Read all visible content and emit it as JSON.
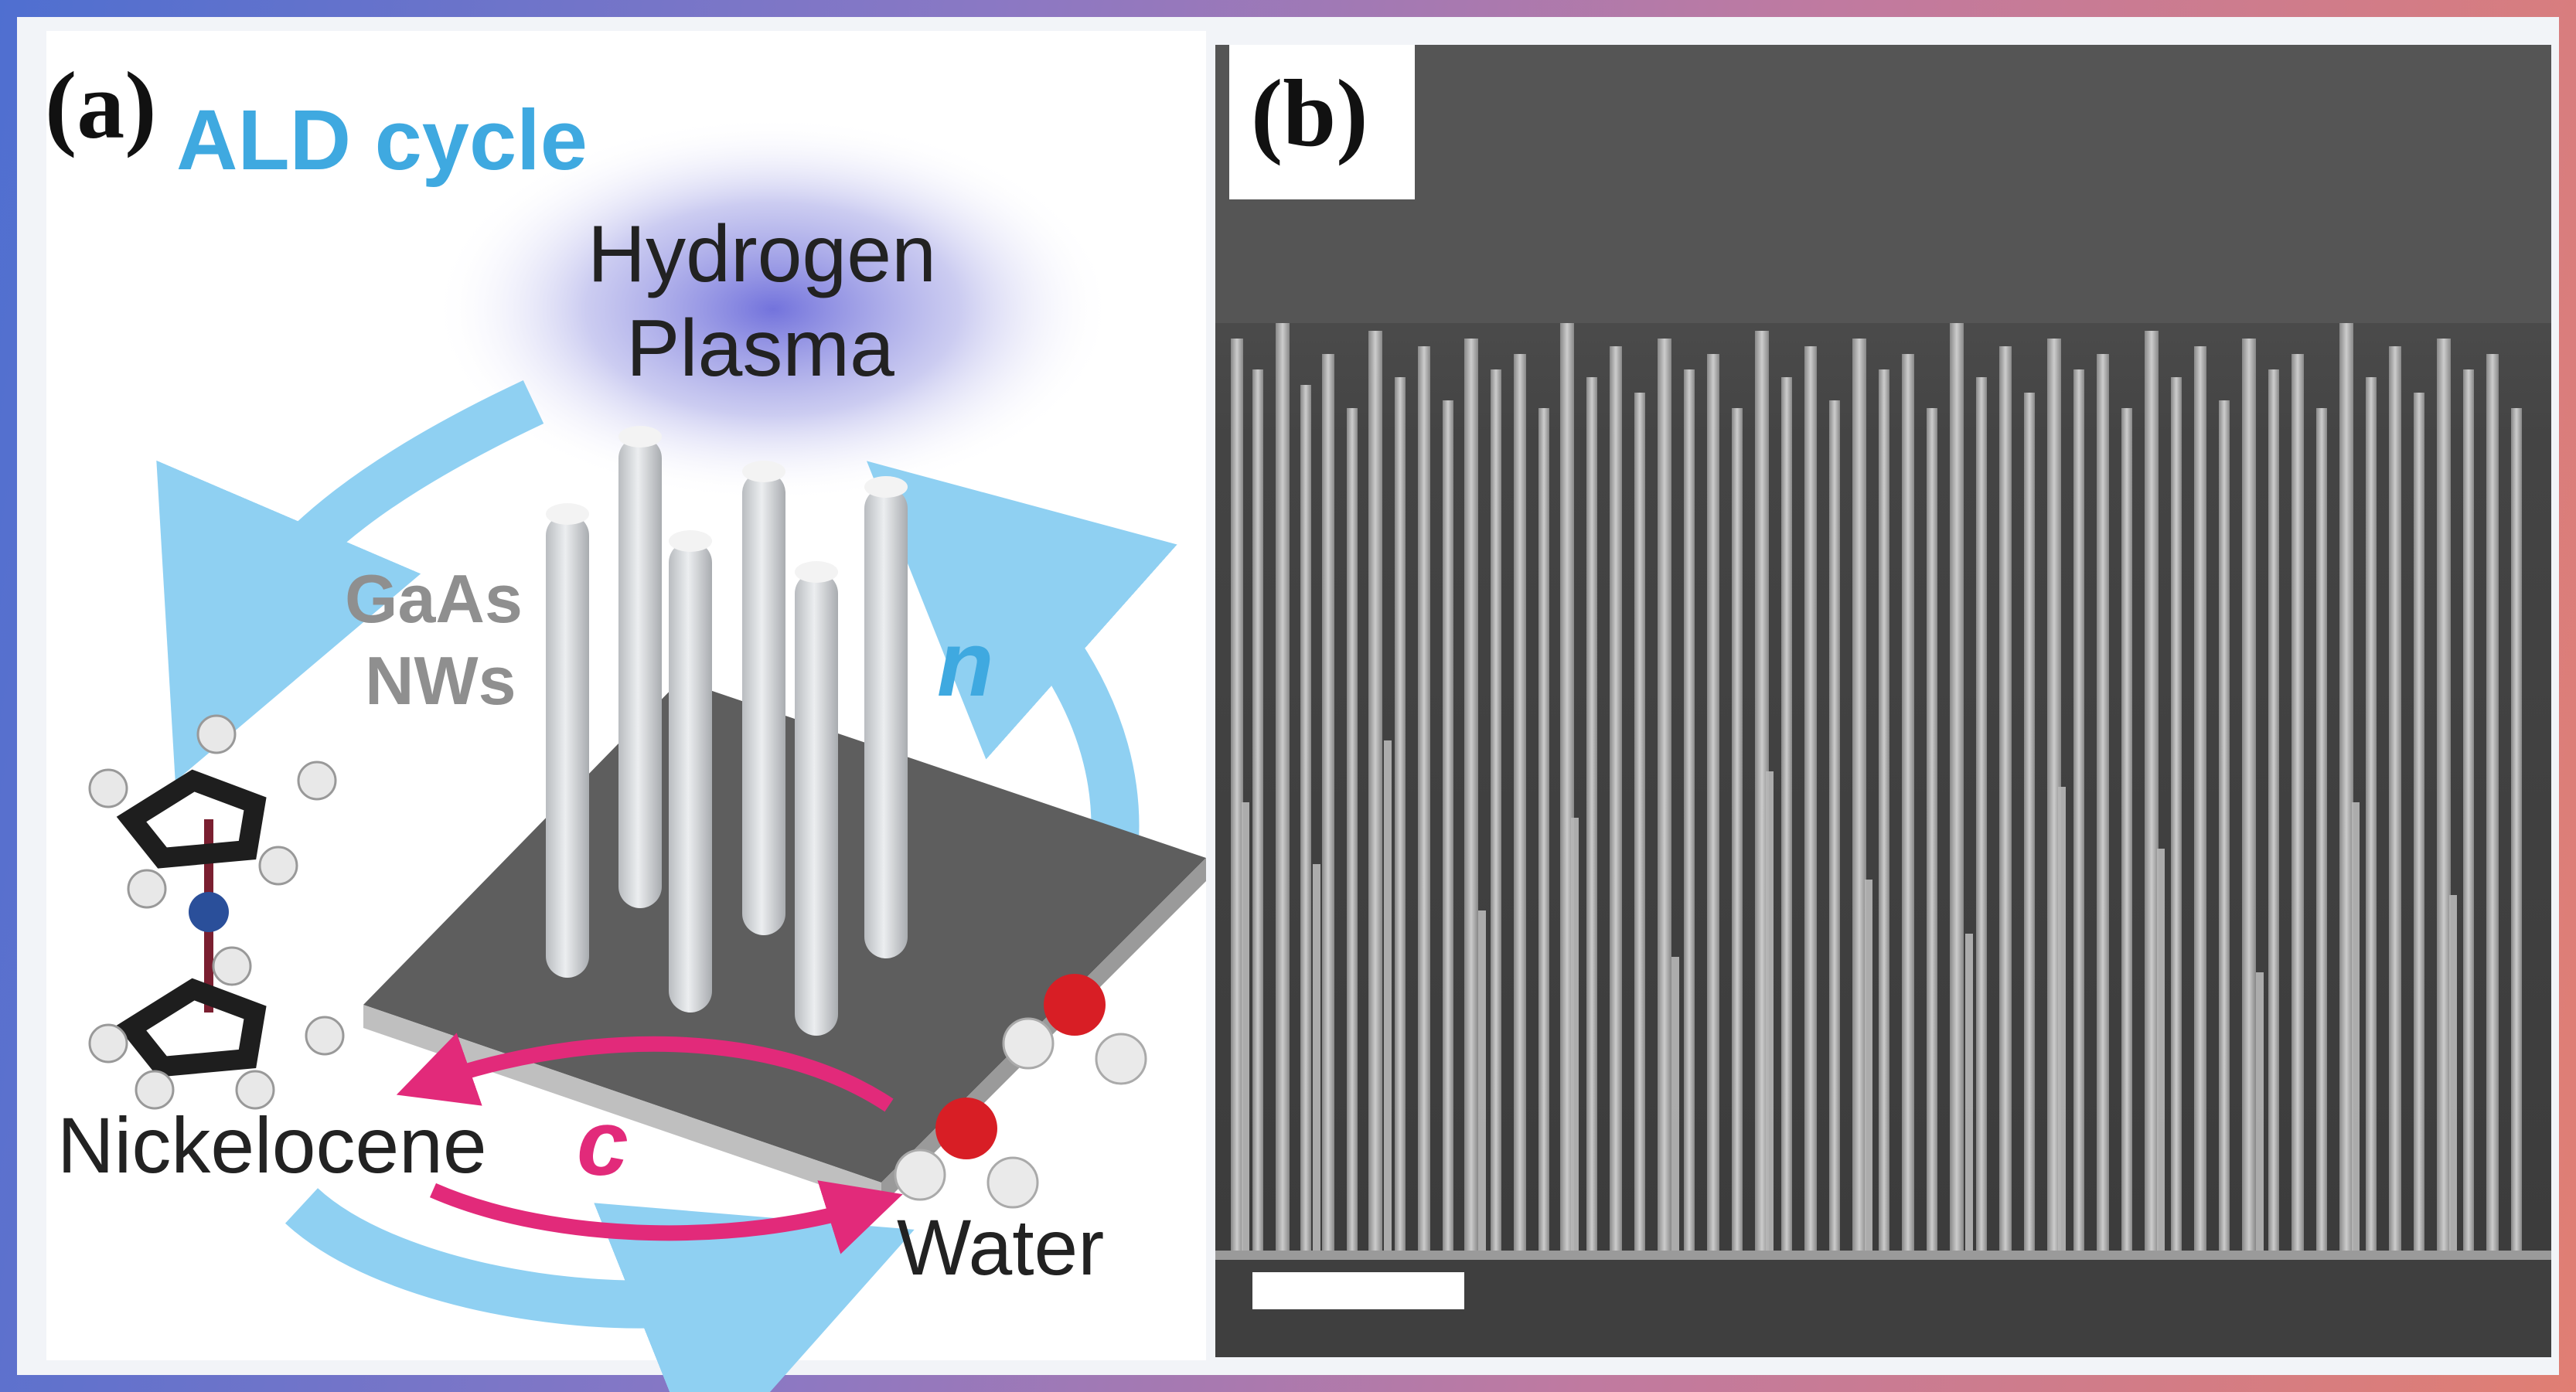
{
  "panel_a": {
    "label": "(a)",
    "title": "ALD cycle",
    "plasma_line1": "Hydrogen",
    "plasma_line2": "Plasma",
    "nanowires_line1": "GaAs",
    "nanowires_line2": "NWs",
    "precursor": "Nickelocene",
    "reactant": "Water",
    "inner_cycle": "c",
    "outer_cycle": "n",
    "colors": {
      "outer_arrow": "#8fd0f2",
      "inner_arrow": "#e22a7a",
      "title": "#3fa9e0",
      "substrate": "#5a5a5a"
    }
  },
  "panel_b": {
    "label": "(b)",
    "image_kind": "SEM micrograph of vertical nanowire array",
    "scale_bar": "white bar, bottom-left"
  }
}
